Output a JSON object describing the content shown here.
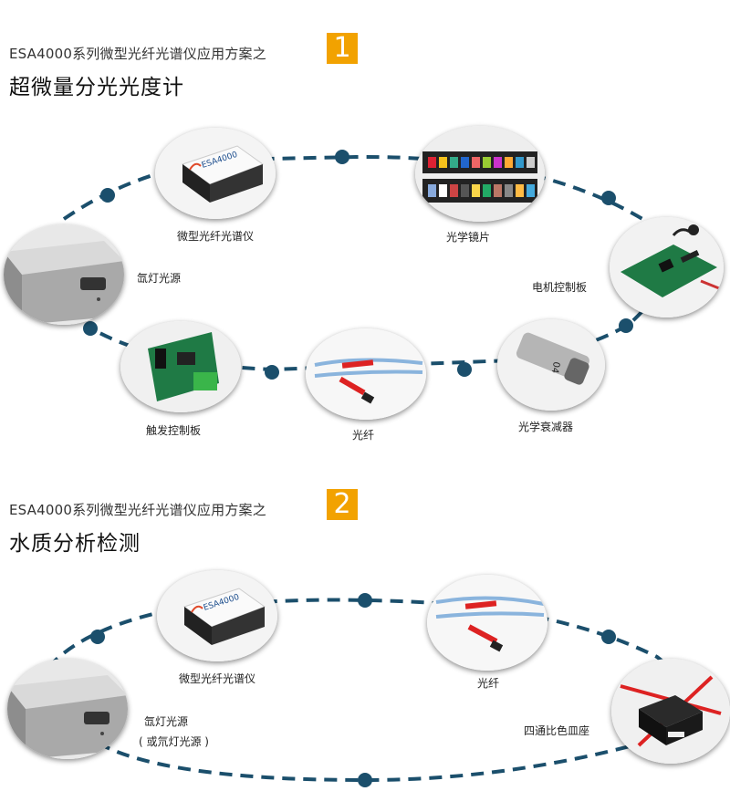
{
  "colors": {
    "accent": "#f2a200",
    "ring": "#1b4f6c"
  },
  "solution1": {
    "series": "ESA4000系列微型光纤光谱仪应用方案之",
    "number": "1",
    "title": "超微量分光光度计",
    "spectrometer_brand": "ESA4000",
    "components": [
      {
        "label": "微型光纤光谱仪",
        "icon": "spectrometer-icon"
      },
      {
        "label": "光学镜片",
        "icon": "optical-filters-icon"
      },
      {
        "label": "氙灯光源",
        "icon": "xenon-lamp-icon"
      },
      {
        "label": "电机控制板",
        "icon": "motor-board-icon"
      },
      {
        "label": "触发控制板",
        "icon": "trigger-board-icon"
      },
      {
        "label": "光纤",
        "icon": "optical-fiber-icon"
      },
      {
        "label": "光学衰减器",
        "icon": "attenuator-icon"
      }
    ]
  },
  "solution2": {
    "series": "ESA4000系列微型光纤光谱仪应用方案之",
    "number": "2",
    "title": "水质分析检测",
    "spectrometer_brand": "ESA4000",
    "components": [
      {
        "label": "微型光纤光谱仪",
        "icon": "spectrometer-icon"
      },
      {
        "label": "光纤",
        "icon": "optical-fiber-icon"
      },
      {
        "label": "氙灯光源",
        "label2": "( 或氘灯光源 )",
        "icon": "xenon-lamp-icon"
      },
      {
        "label": "四通比色皿座",
        "icon": "cuvette-holder-icon"
      }
    ]
  }
}
